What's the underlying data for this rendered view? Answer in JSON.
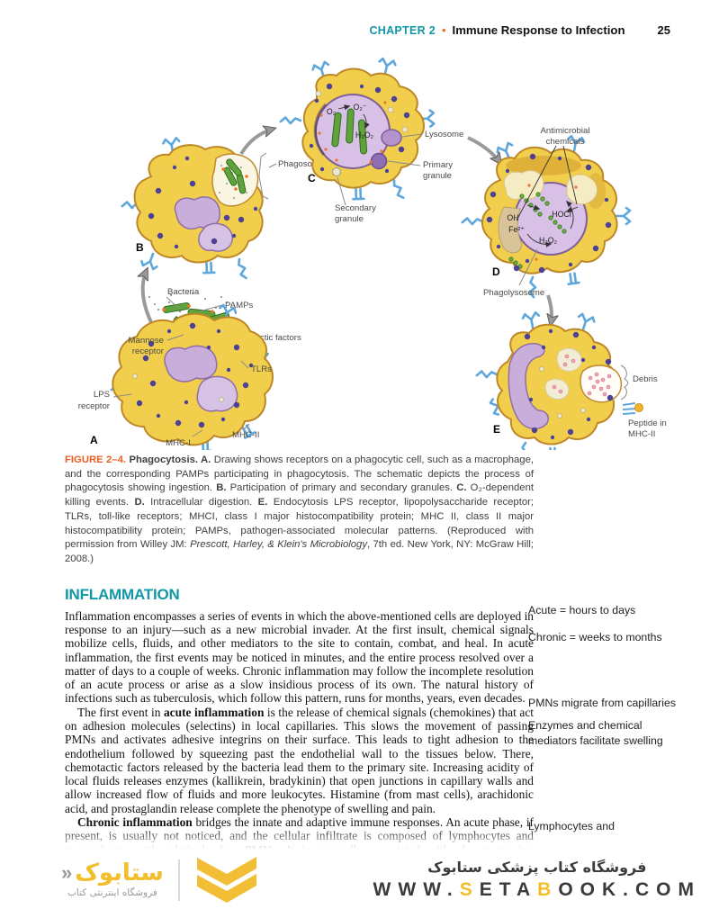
{
  "colors": {
    "accent_teal": "#1297A6",
    "accent_orange": "#E87722",
    "figure_orange": "#E85C20",
    "brand_yellow": "#F2BE2A"
  },
  "header": {
    "chapter": "CHAPTER 2",
    "bullet": "•",
    "title": "Immune Response to Infection",
    "page": "25"
  },
  "figure": {
    "letters": {
      "a": "A",
      "b": "B",
      "c": "C",
      "d": "D",
      "e": "E"
    },
    "labels": {
      "bacteria": "Bacteria",
      "pamps": "PAMPs",
      "chemotactic": "Chemotactic factors",
      "mannose": [
        "Mannose",
        "receptor"
      ],
      "lps": [
        "LPS",
        "receptor"
      ],
      "tlrs": "TLRs",
      "mhc1": "MHC-I",
      "mhc2": "MHC-II",
      "phagosome": "Phagosome",
      "lysosome": "Lysosome",
      "primary": [
        "Primary",
        "granule"
      ],
      "secondary": [
        "Secondary",
        "granule"
      ],
      "antimicrobial": [
        "Antimicrobial",
        "chemicals"
      ],
      "phagolysosome": "Phagolysosome",
      "debris": "Debris",
      "peptide": [
        "Peptide in",
        "MHC-II"
      ]
    },
    "chem": {
      "o2": "O₂",
      "o2m": "O₂⁻",
      "h2o2c": "H₂O₂",
      "oh": "OH",
      "fe": "Fe²⁺",
      "h2o2d": "H₂O₂",
      "hocl": "HOCl"
    }
  },
  "caption": {
    "segments": [
      {
        "t": "FIGURE 2–4.  ",
        "b": true,
        "c": "#E85C20"
      },
      {
        "t": "Phagocytosis. ",
        "b": true
      },
      {
        "t": "A. ",
        "b": true
      },
      {
        "t": "Drawing shows receptors on a phagocytic cell, such as a macrophage, and the corresponding PAMPs participating in phagocytosis. The schematic depicts the process of phagocytosis showing ingestion. "
      },
      {
        "t": "B. ",
        "b": true
      },
      {
        "t": "Participation of primary and secondary granules. "
      },
      {
        "t": "C. ",
        "b": true
      },
      {
        "t": "O₂-dependent killing events. "
      },
      {
        "t": "D. ",
        "b": true
      },
      {
        "t": "Intracellular digestion. "
      },
      {
        "t": "E. ",
        "b": true
      },
      {
        "t": "Endocytosis LPS receptor, lipopolysaccharide receptor; TLRs, toll-like receptors; MHCI, class I major histocompatibility protein; MHC II, class II major histocompatibility protein; PAMPs, pathogen-associated molecular patterns. (Reproduced with permission from Willey JM: "
      },
      {
        "t": "Prescott, Harley, & Klein's Microbiology",
        "i": true
      },
      {
        "t": ", 7th ed. New York, NY: McGraw Hill; 2008.)"
      }
    ]
  },
  "section": {
    "heading": "INFLAMMATION",
    "paragraphs": [
      [
        {
          "t": "Inflammation encompasses a series of events in which the above-mentioned cells are deployed in response to an injury—such as a new microbial invader. At the first insult, chemical signals mobilize cells, fluids, and other mediators to the site to contain, combat, and heal. In acute inflammation, the first events may be noticed in minutes, and the entire process resolved over a matter of days to a couple of weeks. Chronic inflammation may follow the incomplete resolution of an acute process or arise as a slow insidious process of its own. The natural history of infections such as tuberculosis, which follow this pattern, runs for months, years, even decades."
        }
      ],
      [
        {
          "t": "The first event in "
        },
        {
          "t": "acute inflammation",
          "b": true
        },
        {
          "t": " is the release of chemical signals (chemokines) that act on adhesion molecules (selectins) in local capillaries. This slows the movement of passing PMNs and activates adhesive integrins on their surface. This leads to tight adhesion to the endothelium followed by squeezing past the endothelial wall to the tissues below. There, chemotactic factors released by the bacteria lead them to the primary site. Increasing acidity of local fluids releases enzymes (kallikrein, bradykinin) that open junctions in capillary walls and allow increased flow of fluids and more leukocytes. Histamine (from mast cells), arachidonic acid, and prostaglandin release complete the phenotype of swelling and pain."
        }
      ],
      [
        {
          "t": "Chronic inflammation",
          "b": true
        },
        {
          "t": " bridges the innate and adaptive immune responses. An acute phase, if present, is usually not noticed, and the cellular infiltrate is composed of lymphocytes and macrophages with relatively few PMNs. It is generally associated with slower-growing pathogens such as mycobacteria, fungi, and parasites in which cell-mediated immunity is the primary adaptive"
        }
      ]
    ]
  },
  "margin_notes": [
    "Acute = hours to days",
    "Chronic = weeks to months",
    "PMNs migrate from capillaries",
    "Enzymes and chemical mediators facilitate swelling",
    "Lymphocytes and"
  ],
  "footer": {
    "chevron": "«",
    "wordmark": "ستابوک",
    "tagline": "فروشگاه اینترنتی کتاب",
    "store_title": "فروشگاه کتاب پزشکی ستابوک",
    "url_segments": [
      {
        "t": "WWW."
      },
      {
        "t": "S",
        "c": "#F2BE2A"
      },
      {
        "t": "ETA"
      },
      {
        "t": "B",
        "c": "#F2BE2A"
      },
      {
        "t": "OOK.COM"
      }
    ]
  }
}
